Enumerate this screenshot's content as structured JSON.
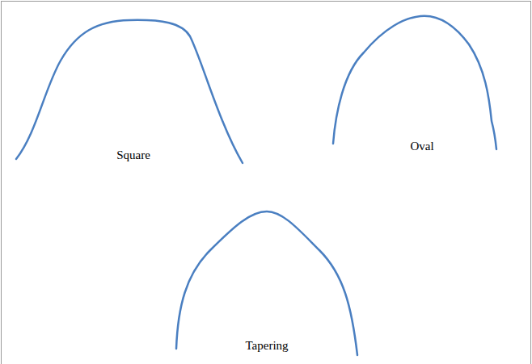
{
  "diagram": {
    "labels": [
      "Square",
      "Oval",
      "Tapering"
    ]
  }
}
